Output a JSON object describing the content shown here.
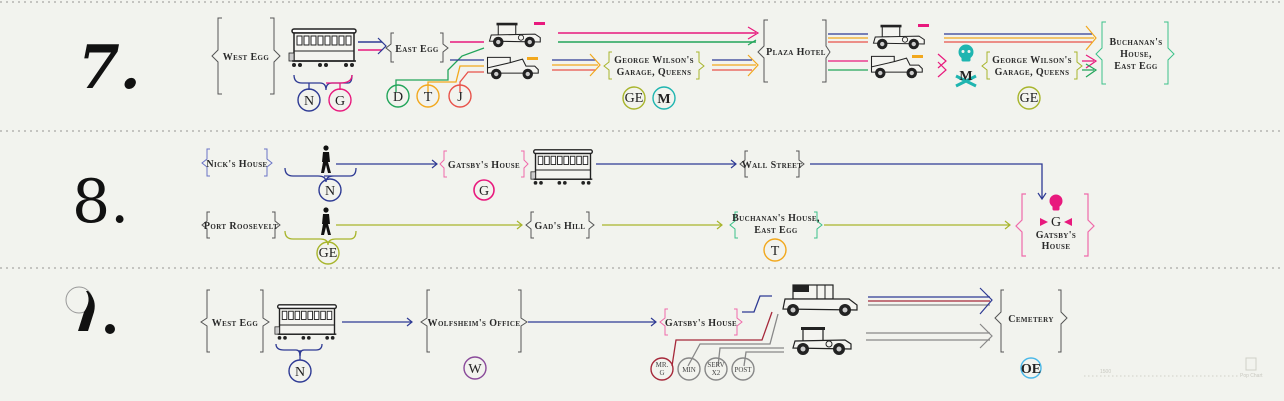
{
  "title": "The Great Gatsby — Character Movements, Chapters 7–9",
  "colors": {
    "background": "#f2f3ee",
    "nick": "#2e3a94",
    "gatsby": "#e8197d",
    "daisy": "#22a55a",
    "tom": "#f2a81d",
    "jordan": "#e8524a",
    "george": "#a8b52c",
    "myrtle": "#1fb5b0",
    "wolfsheim": "#8a4a9a",
    "mr_gatz": "#a6283a",
    "minor": "#888888",
    "owl_eyes": "#4ab8e8",
    "buchanan_bracket": "#3cc28a",
    "bracket": "#555555",
    "divider": "#b5b5b0"
  },
  "chapters": [
    {
      "number": "7.",
      "places": {
        "west_egg": "West Egg",
        "east_egg": "East Egg",
        "wilson_garage_1": [
          "George Wilson's",
          "Garage, Queens"
        ],
        "plaza_hotel": "Plaza Hotel",
        "wilson_garage_2": [
          "George Wilson's",
          "Garage, Queens"
        ],
        "buchanan_house": [
          "Buchanan's",
          "House,",
          "East Egg"
        ]
      },
      "characters": {
        "nick": "N",
        "gatsby": "G",
        "daisy": "D",
        "tom": "T",
        "jordan": "J",
        "george": "GE",
        "myrtle": "M",
        "george_end": "GE"
      },
      "events": {
        "death": "Myrtle killed (skull)"
      }
    },
    {
      "number": "8.",
      "places": {
        "nicks_house": "Nick's House",
        "gatsbys_house": "Gatsby's House",
        "wall_street": "Wall Street",
        "port_roosevelt": "Port Roosevelt",
        "gads_hill": "Gad's Hill",
        "buchanan_house": [
          "Buchanan's House,",
          "East Egg"
        ],
        "gatsbys_house_end": [
          "Gatsby's",
          "House"
        ]
      },
      "characters": {
        "nick": "N",
        "gatsby": "G",
        "george": "GE",
        "tom": "T",
        "gatsby_end": "G"
      },
      "events": {
        "death": "Gatsby killed (skull)"
      }
    },
    {
      "number": "9.",
      "places": {
        "west_egg": "West Egg",
        "wolfsheims_office": "Wolfsheim's Office",
        "gatsbys_house": "Gatsby's House",
        "cemetery": "Cemetery"
      },
      "characters": {
        "nick": "N",
        "wolfsheim": "W",
        "mr_gatz": [
          "MR.",
          "G"
        ],
        "minister": "MIN",
        "servants": [
          "SERV",
          "X2"
        ],
        "postman": "POST",
        "owl_eyes": "OE"
      }
    }
  ],
  "footer": {
    "page_label": "1500",
    "logo_label": "Pop Chart"
  }
}
